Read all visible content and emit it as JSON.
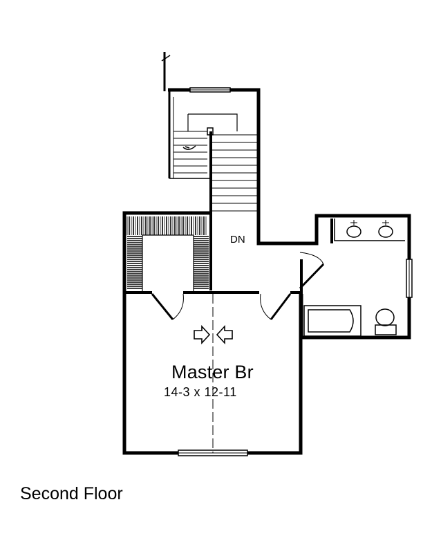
{
  "plan": {
    "room": {
      "name": "Master Br",
      "dimensions": "14-3 x 12-11"
    },
    "stair": {
      "direction_label": "DN"
    },
    "floor_title": "Second Floor",
    "colors": {
      "line": "#000000",
      "background": "#ffffff"
    }
  }
}
